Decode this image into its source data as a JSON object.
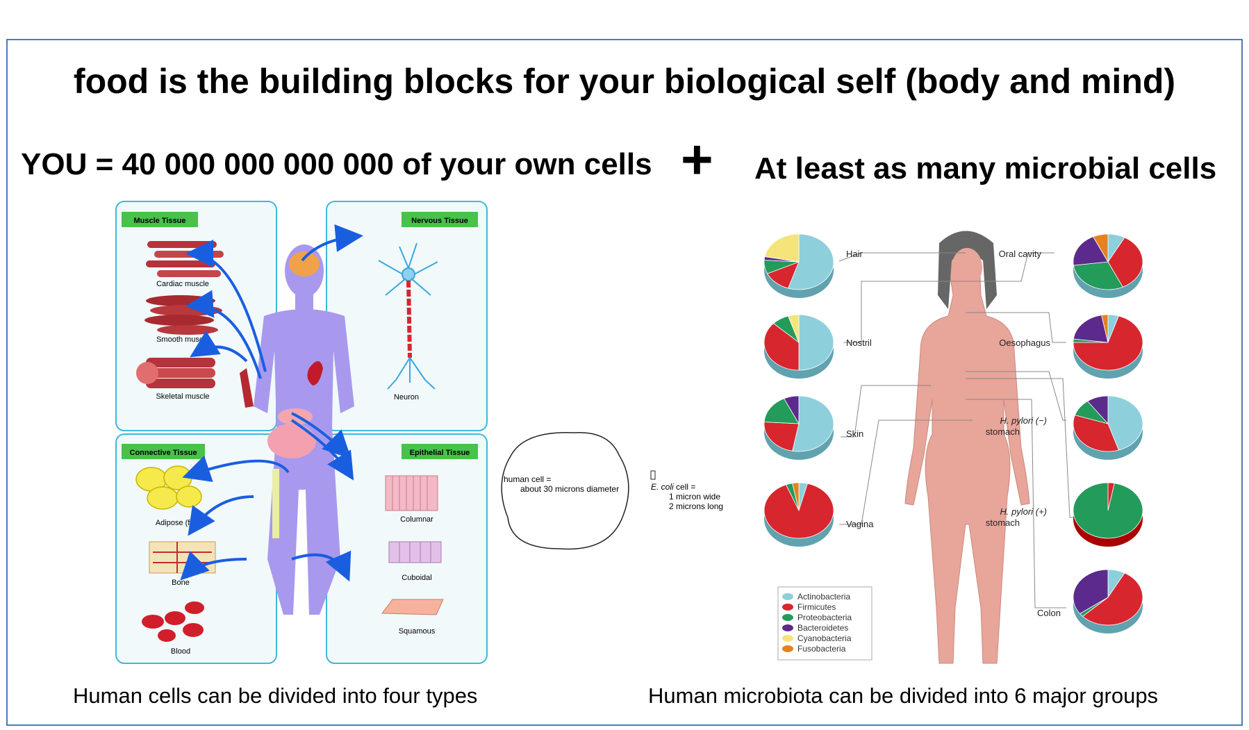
{
  "title": "food is the building blocks for your biological self (body and mind)",
  "left_heading": "YOU = 40 000 000 000 000 of your own cells",
  "plus_sign": "+",
  "right_heading": "At least as many microbial cells",
  "tissue_panels": {
    "muscle": {
      "label": "Muscle Tissue",
      "items": [
        "Cardiac muscle",
        "Smooth muscle",
        "Skeletal muscle"
      ]
    },
    "nervous": {
      "label": "Nervous Tissue",
      "items": [
        "Neuron"
      ]
    },
    "connective": {
      "label": "Connective Tissue",
      "items": [
        "Adipose (fat)",
        "Bone",
        "Blood"
      ]
    },
    "epithelial": {
      "label": "Epithelial Tissue",
      "items": [
        "Columnar",
        "Cuboidal",
        "Squamous"
      ]
    }
  },
  "cell_compare": {
    "human_cell_line1": "human cell =",
    "human_cell_line2": "about 30 microns diameter",
    "ecoli_name": "E. coli",
    "ecoli_line1": "cell =",
    "ecoli_line2": "1 micron wide",
    "ecoli_line3": "2 microns long"
  },
  "body_sites": [
    "Hair",
    "Nostril",
    "Skin",
    "Vagina",
    "Oral cavity",
    "Oesophagus",
    "H. pylori (−)",
    "stomach",
    "H. pylori (+)",
    "stomach",
    "Colon"
  ],
  "legend": [
    {
      "name": "Actinobacteria",
      "color": "#8ecfdc"
    },
    {
      "name": "Firmicutes",
      "color": "#d7262e"
    },
    {
      "name": "Proteobacteria",
      "color": "#239b5b"
    },
    {
      "name": "Bacteroidetes",
      "color": "#5b2a8c"
    },
    {
      "name": "Cyanobacteria",
      "color": "#f4e47a"
    },
    {
      "name": "Fusobacteria",
      "color": "#e5821f"
    }
  ],
  "pies": {
    "hair": {
      "Actinobacteria": 55,
      "Firmicutes": 13,
      "Proteobacteria": 8,
      "Bacteroidetes": 2,
      "Cyanobacteria": 22
    },
    "nostril": {
      "Actinobacteria": 50,
      "Firmicutes": 37,
      "Proteobacteria": 8,
      "Cyanobacteria": 5
    },
    "skin": {
      "Actinobacteria": 53,
      "Firmicutes": 23,
      "Proteobacteria": 17,
      "Bacteroidetes": 7
    },
    "vagina": {
      "Actinobacteria": 4,
      "Firmicutes": 90,
      "Proteobacteria": 3,
      "Fusobacteria": 3
    },
    "oral": {
      "Actinobacteria": 8,
      "Firmicutes": 35,
      "Proteobacteria": 30,
      "Bacteroidetes": 20,
      "Fusobacteria": 7
    },
    "oesophagus": {
      "Actinobacteria": 5,
      "Firmicutes": 70,
      "Proteobacteria": 2,
      "Bacteroidetes": 20,
      "Fusobacteria": 3
    },
    "hpylori_neg": {
      "Actinobacteria": 45,
      "Firmicutes": 35,
      "Proteobacteria": 10,
      "Bacteroidetes": 10
    },
    "hpylori_pos": {
      "Firmicutes": 3,
      "Proteobacteria": 97
    },
    "colon": {
      "Actinobacteria": 8,
      "Firmicutes": 55,
      "Proteobacteria": 2,
      "Bacteroidetes": 35
    }
  },
  "left_caption": "Human cells can be divided into four types",
  "right_caption": "Human microbiota can be divided into 6 major groups",
  "colors": {
    "frame": "#4a7bb7",
    "panel_border": "#3fb8dc",
    "panel_fill": "#f1f9fb",
    "label_green": "#49c14b",
    "arrow": "#1a5ee0",
    "body": "#a899ee",
    "skin": "#e8a59a"
  }
}
